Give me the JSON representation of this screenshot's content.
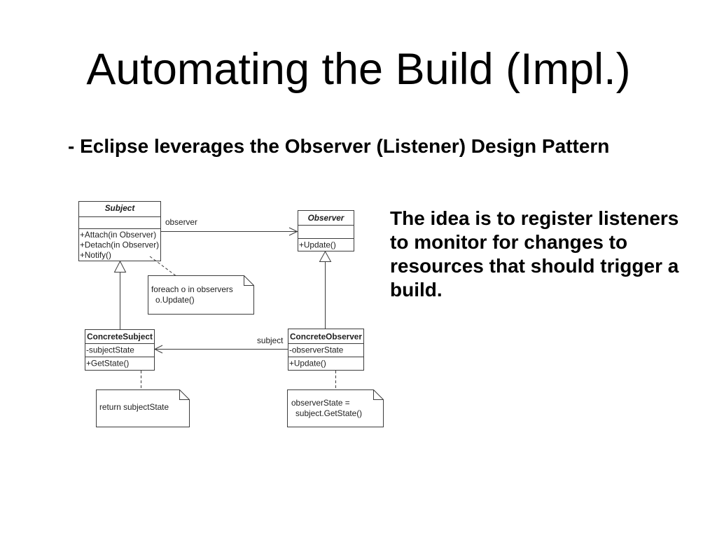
{
  "slide": {
    "title": "Automating the Build (Impl.)",
    "subtitle": "- Eclipse leverages the Observer (Listener) Design Pattern",
    "body_lines": [
      "The idea is to register listeners",
      "to monitor for changes to",
      "resources that should trigger a",
      "build."
    ]
  },
  "diagram": {
    "subject": {
      "name": "Subject",
      "operations": [
        "+Attach(in Observer)",
        "+Detach(in Observer)",
        "+Notify()"
      ]
    },
    "observer": {
      "name": "Observer",
      "operations": [
        "+Update()"
      ]
    },
    "concrete_subject": {
      "name": "ConcreteSubject",
      "attributes": [
        "-subjectState"
      ],
      "operations": [
        "+GetState()"
      ]
    },
    "concrete_observer": {
      "name": "ConcreteObserver",
      "attributes": [
        "-observerState"
      ],
      "operations": [
        "+Update()"
      ]
    },
    "associations": {
      "observer_role": "observer",
      "subject_role": "subject"
    },
    "notes": {
      "notify_note": [
        "foreach o in observers",
        "o.Update()"
      ],
      "get_state_note": [
        "return subjectState"
      ],
      "update_note": [
        "observerState =",
        "subject.GetState()"
      ]
    }
  },
  "colors": {
    "background": "#ffffff",
    "text": "#000000",
    "diagram_line": "#3c3c3c",
    "diagram_text": "#1e1e1e"
  }
}
